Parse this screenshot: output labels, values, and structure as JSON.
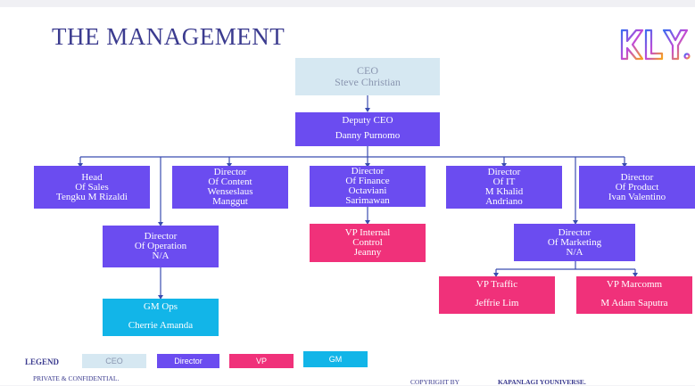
{
  "title": "THE MANAGEMENT",
  "logo_text": "KLY.",
  "colors": {
    "director": "#6b4cf0",
    "vp": "#f0317a",
    "gm": "#12b5e8",
    "ceo": "#d6e8f2",
    "title": "#3b3b8f"
  },
  "ceo": {
    "role": "CEO",
    "name": "Steve Christian"
  },
  "deputy": {
    "role": "Deputy CEO",
    "name": "Danny Purnomo"
  },
  "directors": {
    "sales": [
      "Head",
      "Of Sales",
      "Tengku M Rizaldi"
    ],
    "content": [
      "Director",
      "Of Content",
      "Wenseslaus",
      "Manggut"
    ],
    "finance": [
      "Director",
      "Of Finance",
      "Octaviani",
      "Sarimawan"
    ],
    "it": [
      "Director",
      "Of IT",
      "M Khalid",
      "Andriano"
    ],
    "product": [
      "Director",
      "Of Product",
      "Ivan Valentino"
    ],
    "operation": [
      "Director",
      "Of Operation",
      "N/A"
    ],
    "marketing": [
      "Director",
      "Of Marketing",
      "N/A"
    ]
  },
  "vps": {
    "internal_control": [
      "VP Internal",
      "Control",
      "Jeanny"
    ],
    "traffic": {
      "role": "VP Traffic",
      "name": "Jeffrie Lim"
    },
    "marcomm": {
      "role": "VP Marcomm",
      "name": "M Adam Saputra"
    }
  },
  "gm_ops": {
    "role": "GM Ops",
    "name": "Cherrie Amanda"
  },
  "legend": {
    "label": "LEGEND",
    "items": [
      "CEO",
      "Director",
      "VP",
      "GM"
    ]
  },
  "footer": {
    "left": "PRIVATE & CONFIDENTIAL.",
    "copyright": "COPYRIGHT BY",
    "company": "KAPANLAGI YOUNIVERSE."
  }
}
